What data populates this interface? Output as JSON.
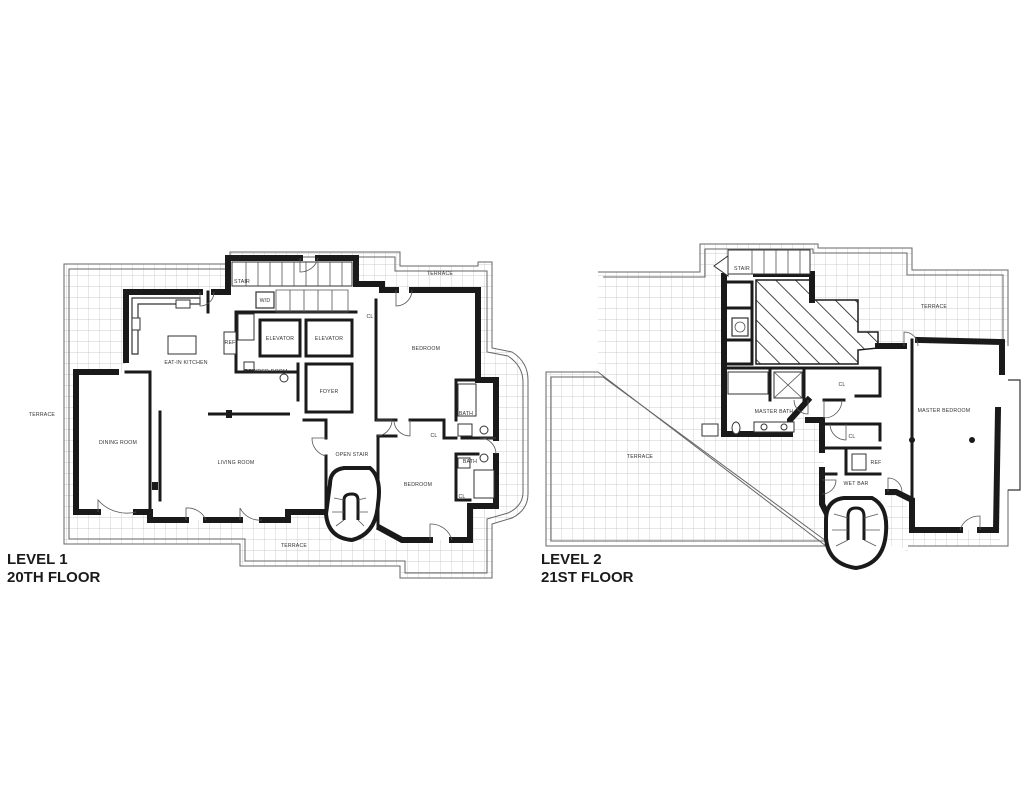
{
  "level1": {
    "title": "LEVEL 1",
    "subtitle": "20TH FLOOR",
    "rooms": {
      "terrace_west": "TERRACE",
      "terrace_ne": "TERRACE",
      "terrace_south": "TERRACE",
      "stair": "STAIR",
      "wd": "W/D",
      "eat_in_kitchen": "EAT-IN KITCHEN",
      "ref": "REF",
      "elevator_a": "ELEVATOR",
      "elevator_b": "ELEVATOR",
      "powder_room": "POWDER ROOM",
      "foyer": "FOYER",
      "cl_a": "CL",
      "bedroom_a": "BEDROOM",
      "bath_a": "BATH",
      "cl_b": "CL",
      "dining_room": "DINING ROOM",
      "living_room": "LIVING ROOM",
      "open_stair": "OPEN STAIR",
      "bedroom_b": "BEDROOM",
      "bath_b": "BATH",
      "cl_c": "CL"
    }
  },
  "level2": {
    "title": "LEVEL 2",
    "subtitle": "21ST FLOOR",
    "rooms": {
      "stair": "STAIR",
      "terrace_ne": "TERRACE",
      "terrace_main": "TERRACE",
      "cl_a": "CL",
      "master_bath": "MASTER BATH",
      "master_bedroom": "MASTER BEDROOM",
      "cl_b": "CL",
      "ref": "REF",
      "wet_bar": "WET BAR"
    }
  },
  "icons": {
    "stair_arrow": "stair-arrow-icon",
    "door_swing": "door-swing-icon"
  },
  "colors": {
    "wall": "#1a1a1a",
    "grid": "#bdbdbd",
    "background": "#ffffff"
  }
}
